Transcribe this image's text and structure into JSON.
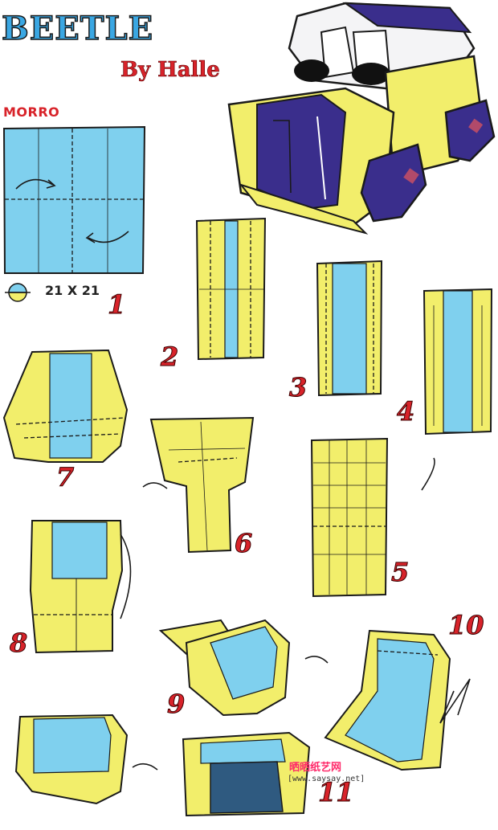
{
  "header": {
    "title": "BEETLE",
    "byline": "By Halle",
    "section": "MORRO"
  },
  "paper": {
    "size_label": "21 X 21"
  },
  "steps": [
    {
      "number": "1"
    },
    {
      "number": "2"
    },
    {
      "number": "3"
    },
    {
      "number": "4"
    },
    {
      "number": "5"
    },
    {
      "number": "6"
    },
    {
      "number": "7"
    },
    {
      "number": "8"
    },
    {
      "number": "9"
    },
    {
      "number": "10"
    },
    {
      "number": "11"
    }
  ],
  "watermark": {
    "text": "晒晒纸艺网",
    "url": "[www.saysay.net]"
  },
  "colors": {
    "blue": "#7fd0ee",
    "yellow": "#f2ee6b",
    "navy": "#3a2e8c",
    "red": "#d8232a",
    "outline": "#1a1a1a"
  }
}
